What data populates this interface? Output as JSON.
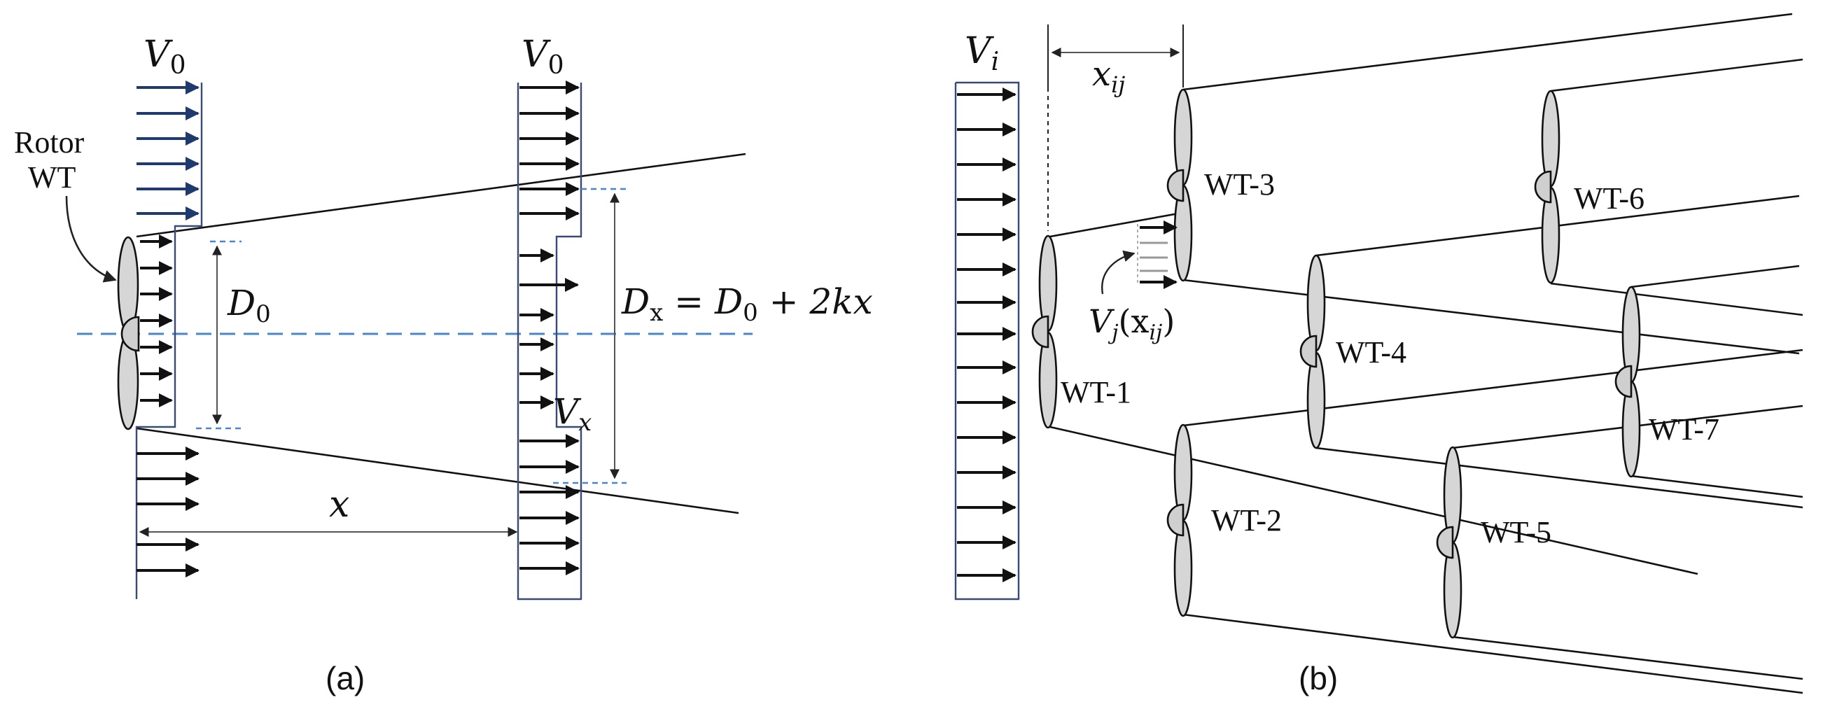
{
  "panel_a": {
    "caption": "(a)",
    "inflow_label": "V",
    "inflow_sub": "0",
    "downstream_label": "V",
    "downstream_sub": "0",
    "rotor_label_line1": "Rotor",
    "rotor_label_line2": "WT",
    "rotor_diameter_label": "D",
    "rotor_diameter_sub": "0",
    "wake_diameter_label": "D",
    "wake_diameter_sub": "x",
    "wake_diameter_eq": " = D",
    "wake_diameter_eq_sub": "0",
    "wake_diameter_eq_tail": " + 2kx",
    "wake_velocity_label": "V",
    "wake_velocity_sub": "x",
    "distance_label": "x"
  },
  "panel_b": {
    "caption": "(b)",
    "inflow_label": "V",
    "inflow_sub": "i",
    "spacing_label": "x",
    "spacing_sub": "ij",
    "wake_velocity_label": "V",
    "wake_velocity_sub": "j",
    "wake_velocity_arg_open": "(x",
    "wake_velocity_arg_sub": "ij",
    "wake_velocity_arg_close": ")",
    "turbines": [
      {
        "label": "WT-1"
      },
      {
        "label": "WT-2"
      },
      {
        "label": "WT-3"
      },
      {
        "label": "WT-4"
      },
      {
        "label": "WT-5"
      },
      {
        "label": "WT-6"
      },
      {
        "label": "WT-7"
      }
    ]
  }
}
